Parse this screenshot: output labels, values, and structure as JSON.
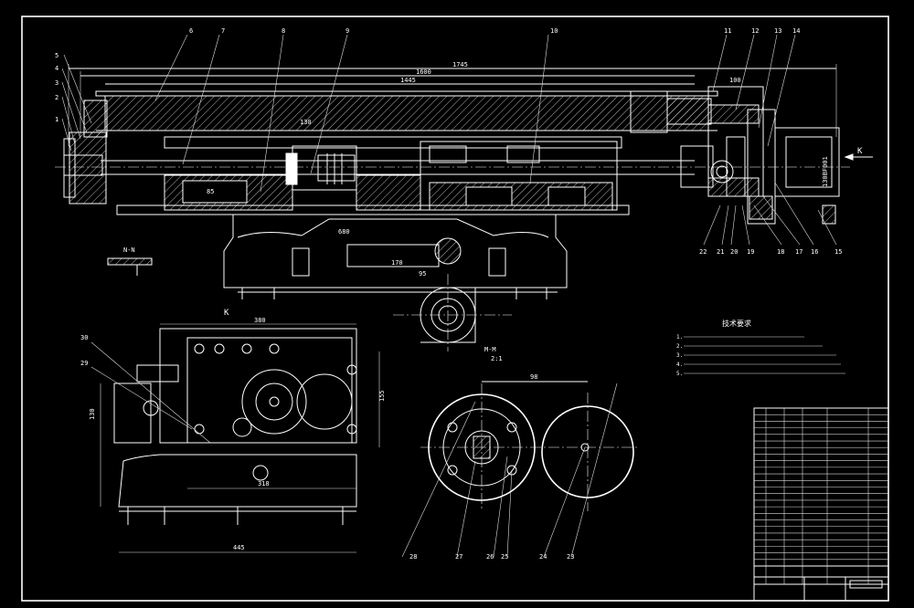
{
  "drawing": {
    "part_labels_top": [
      "6",
      "7",
      "8",
      "9",
      "10",
      "11",
      "12",
      "13",
      "14"
    ],
    "part_labels_left": [
      "5",
      "4",
      "3",
      "2",
      "1"
    ],
    "part_labels_bottom_right": [
      "22",
      "21",
      "20",
      "19",
      "18",
      "17",
      "16",
      "15"
    ],
    "part_labels_lower": [
      "30",
      "29",
      "28",
      "27",
      "26",
      "25",
      "24",
      "23"
    ],
    "dimensions": {
      "overall_length": "1745",
      "length_1600": "1600",
      "length_1445": "1445",
      "dim_100": "100",
      "dim_130": "130",
      "dim_680": "680",
      "dim_170": "170",
      "dim_95": "95",
      "dim_85": "85",
      "dim_380": "380",
      "dim_318": "318",
      "dim_445": "445",
      "dim_155": "155",
      "dim_130b": "130",
      "dim_98": "98"
    },
    "motor_label": "130BF001",
    "view_labels": {
      "k_arrow": "K",
      "k_view": "K",
      "section_nn": "N-N",
      "section_mm": "M-M",
      "section_mm_scale": "2:1"
    },
    "tech_requirements": {
      "title": "技术要求",
      "lines": [
        "1.",
        "2.",
        "3.",
        "4.",
        "5."
      ]
    },
    "title_block": {
      "rows": 24
    }
  }
}
